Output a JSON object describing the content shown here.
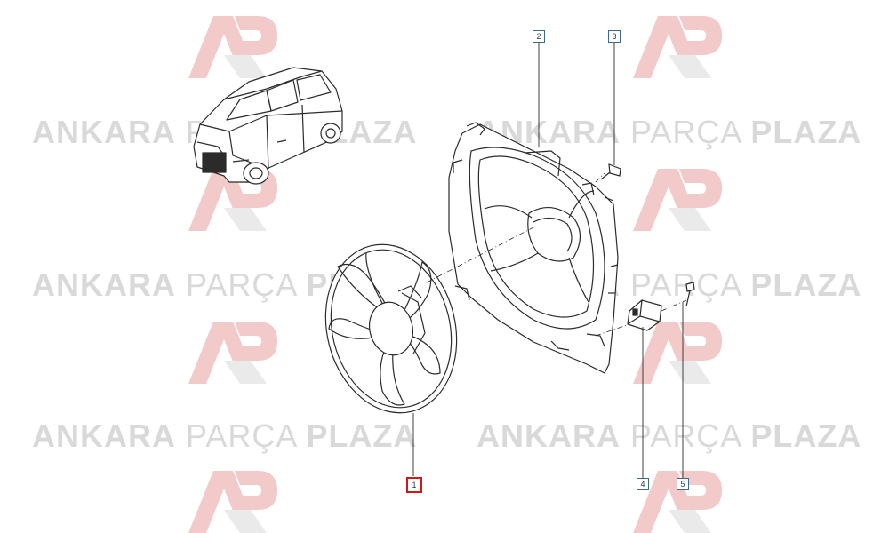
{
  "watermark": {
    "word1": "ANKARA",
    "word2": "PARÇA",
    "word3": "PLAZA"
  },
  "callouts": [
    "1",
    "2",
    "3",
    "4",
    "5"
  ],
  "selected_callout": "1",
  "colors": {
    "line": "#2b2b2b",
    "callout_border": "#3a6a8c",
    "selected_border": "#d01818",
    "watermark_gray": "#d9d9d9",
    "watermark_red": "#f2c4c4"
  }
}
